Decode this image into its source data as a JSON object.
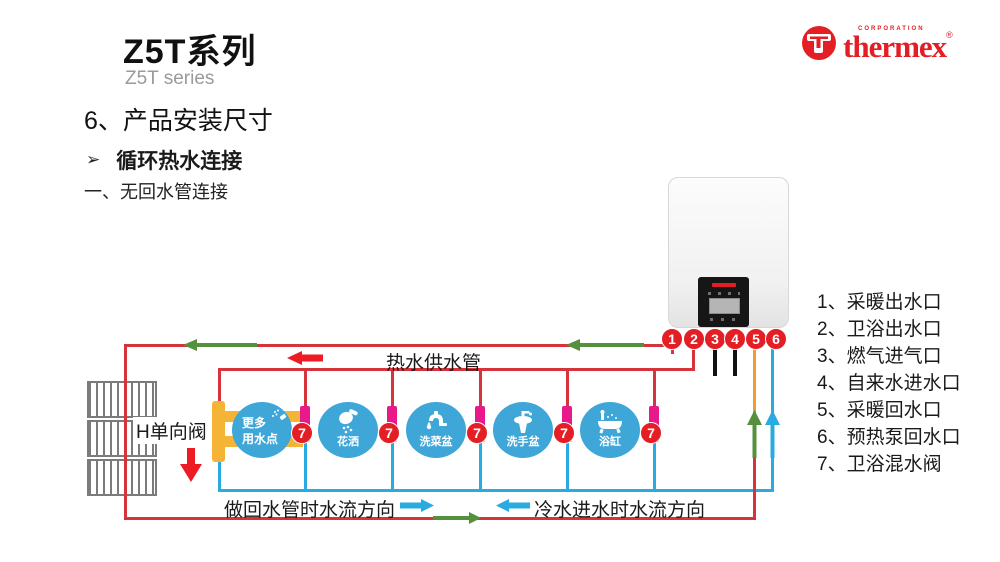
{
  "header": {
    "title": "Z5T系列",
    "subtitle": "Z5T series",
    "section": "6、产品安装尺寸",
    "bullet_marker": "➢",
    "bullet_bold": "循环热",
    "bullet_rest": "水连接",
    "subsection": "一、无回水管连接"
  },
  "logo": {
    "brand": "thermex",
    "corporation": "CORPORATION",
    "registered": "®"
  },
  "diagram": {
    "labels": {
      "hot_water_supply": "热水供水管",
      "check_valve": "H单向阀",
      "return_flow": "做回水管时水流方向",
      "cold_inflow": "冷水进水时水流方向"
    },
    "ports": [
      "1",
      "2",
      "3",
      "4",
      "5",
      "6"
    ],
    "valve_badge": "7",
    "more_points": {
      "line1": "更多",
      "line2": "用水点"
    },
    "fixtures": [
      {
        "label": "花洒"
      },
      {
        "label": "洗菜盆"
      },
      {
        "label": "洗手盆"
      },
      {
        "label": "浴缸"
      }
    ]
  },
  "legend": {
    "items": [
      "1、采暖出水口",
      "2、卫浴出水口",
      "3、燃气进气口",
      "4、自来水进水口",
      "5、采暖回水口",
      "6、预热泵回水口",
      "7、卫浴混水阀"
    ]
  },
  "colors": {
    "pipe-red": "#d6333c",
    "pipe-blue": "#29abe2",
    "pipe-orange": "#f39c2c",
    "fitting-yellow": "#f6b437",
    "valve-magenta": "#e8198b",
    "circle-blue": "#3fa6d8",
    "badge-red": "#e31e24",
    "arrow-green": "#55913c",
    "arrow-red": "#ed1c24",
    "brand-red": "#e31e24"
  }
}
